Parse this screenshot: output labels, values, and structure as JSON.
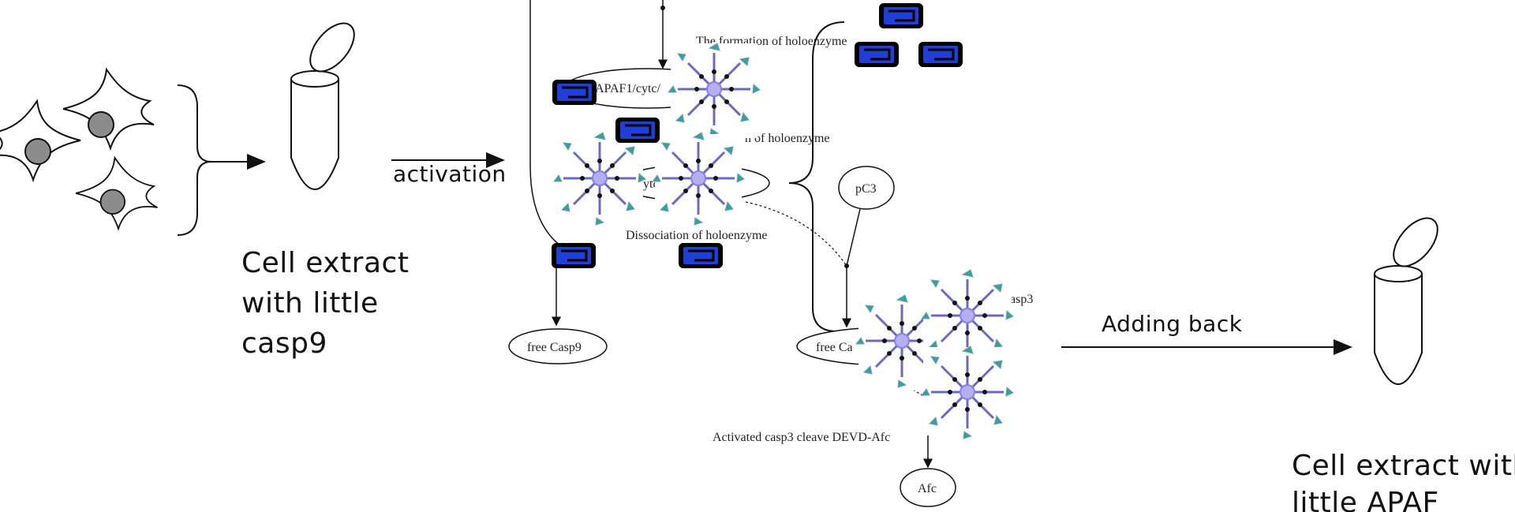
{
  "labels": {
    "activation": "activation",
    "cell_extract_left_line1": "Cell extract",
    "cell_extract_left_line2": "with little",
    "cell_extract_left_line3": "casp9",
    "adding_back": "Adding back",
    "cell_extract_right_line1": "Cell extract with",
    "cell_extract_right_line2": "little APAF",
    "formation_holoenzyme": "The formation of holoenzyme",
    "apaf1_cytc": "APAF1/cytc/",
    "formation_holoenzyme_partial": "n of holoenzyme",
    "dissociation_holoenzyme": "Dissociation of holoenzyme",
    "node_free_casp9": "free Casp9",
    "node_pc3": "pC3",
    "node_free_casp3": "free Ca",
    "node_holo_casp3_partial": "asp3",
    "activated_casp3": "Activated casp3 cleave DEVD-Afc",
    "node_afc": "Afc",
    "cytc_fragment": "ytc"
  },
  "colors": {
    "line": "#111111",
    "cell_nucleus": "#8c8c8c",
    "apaf_core": "#9b8fd9",
    "apaf_arm": "#6c6ac0",
    "apaf_tip": "#3da08a",
    "casp9_fill": "#1f3fd6",
    "casp9_border": "#000000"
  },
  "icons": [
    "cell-icon",
    "tube-icon",
    "apaf1-apoptosome-icon",
    "caspase9-icon"
  ]
}
